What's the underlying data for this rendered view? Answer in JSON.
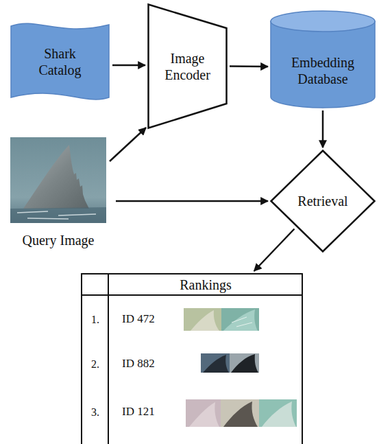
{
  "diagram": {
    "nodes": [
      {
        "text": [
          "Shark Catalog"
        ]
      },
      {
        "text": [
          "Image Encoder"
        ]
      },
      {
        "text": [
          "Embedding Database"
        ]
      },
      {
        "text": [
          "Query Image"
        ]
      },
      {
        "text": [
          "Retrieval"
        ]
      },
      {
        "text": [
          "Rankings",
          "1.",
          "ID 472",
          "2.",
          "ID 882",
          "3.",
          "ID 121"
        ]
      }
    ],
    "edges": [
      {
        "from": 0,
        "to": 1,
        "arrow": "to"
      },
      {
        "from": 3,
        "to": 1,
        "arrow": "to"
      },
      {
        "from": 1,
        "to": 2,
        "arrow": "to"
      },
      {
        "from": 2,
        "to": 4,
        "arrow": "to"
      },
      {
        "from": 3,
        "to": 4,
        "arrow": "to"
      },
      {
        "from": 4,
        "to": 5,
        "arrow": "to"
      }
    ]
  }
}
